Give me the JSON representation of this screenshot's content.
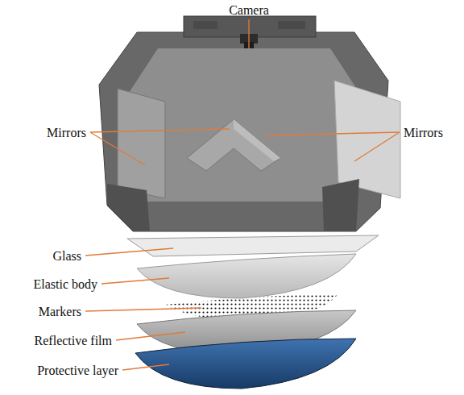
{
  "diagram": {
    "labels": [
      "Camera",
      "Mirrors",
      "Mirrors",
      "Glass",
      "Elastic body",
      "Markers",
      "Reflective film",
      "Protective layer"
    ]
  }
}
